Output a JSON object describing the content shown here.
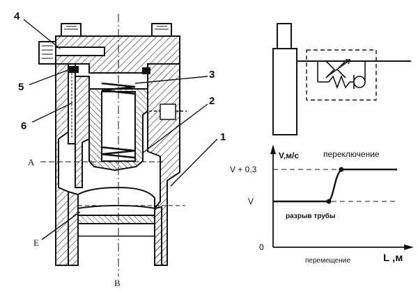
{
  "labels": {
    "n1": "1",
    "n2": "2",
    "n3": "3",
    "n4": "4",
    "n5": "5",
    "n6": "6",
    "A": "A",
    "E": "E",
    "B": "B"
  },
  "chart_data": {
    "type": "line",
    "ylabel": "V,м/с",
    "xlabel": "L ,м",
    "xlabel_caption": "перемещение",
    "y_ticks": [
      "V + 0,3",
      "V",
      "0"
    ],
    "annotations": {
      "switch": "переключение",
      "break": "разрыв трубы"
    },
    "series": [
      {
        "points": [
          {
            "x": 0.0,
            "y": "V"
          },
          {
            "x": 0.45,
            "y": "V"
          },
          {
            "x": 0.55,
            "y": "V + 0,3"
          },
          {
            "x": 1.0,
            "y": "V + 0,3"
          }
        ]
      }
    ]
  }
}
